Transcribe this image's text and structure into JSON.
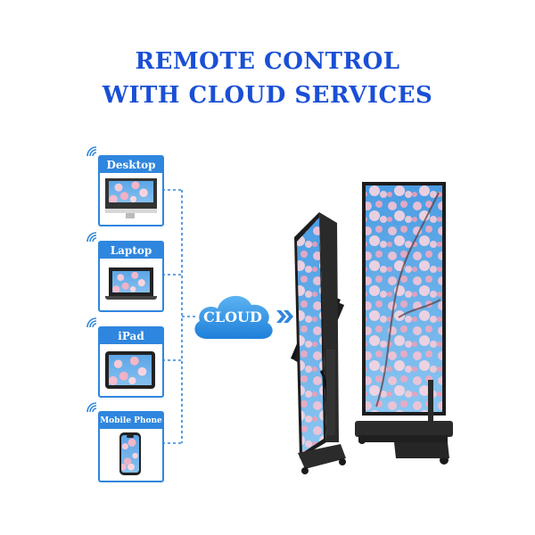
{
  "heading": {
    "line1": "REMOTE CONTROL",
    "line2": "WITH CLOUD SERVICES"
  },
  "devices": [
    {
      "label": "Desktop",
      "icon": "desktop-monitor-icon"
    },
    {
      "label": "Laptop",
      "icon": "laptop-icon"
    },
    {
      "label": "iPad",
      "icon": "tablet-icon"
    },
    {
      "label": "Mobile Phone",
      "icon": "smartphone-icon"
    }
  ],
  "cloud": {
    "label": "CLOUD",
    "icon": "cloud-icon"
  },
  "colors": {
    "accent_blue": "#1a4fd6",
    "card_blue": "#2f86de",
    "cloud_blue": "#2f86de",
    "connector_blue": "#2f86de"
  }
}
